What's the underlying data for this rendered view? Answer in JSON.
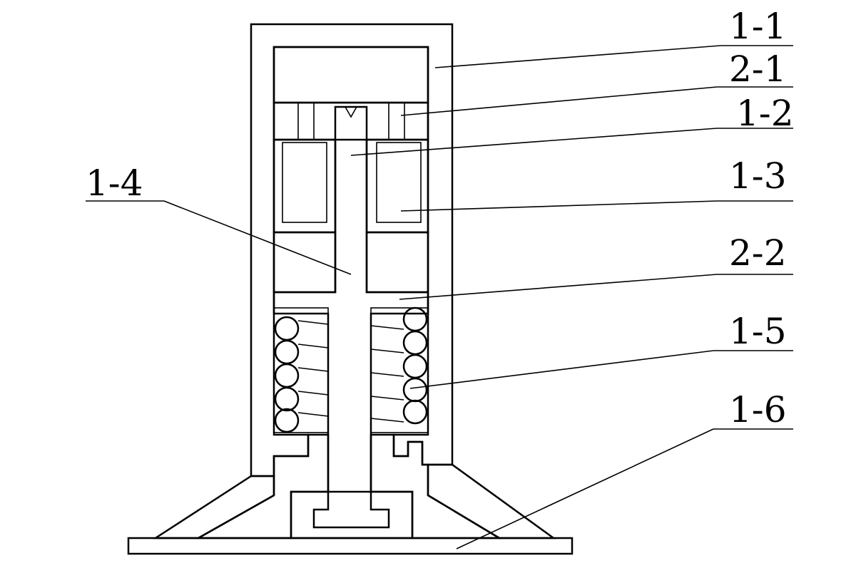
{
  "diagram": {
    "labels": [
      {
        "id": "1-1",
        "text": "1-1"
      },
      {
        "id": "2-1",
        "text": "2-1"
      },
      {
        "id": "1-2",
        "text": "1-2"
      },
      {
        "id": "1-3",
        "text": "1-3"
      },
      {
        "id": "1-4",
        "text": "1-4"
      },
      {
        "id": "2-2",
        "text": "2-2"
      },
      {
        "id": "1-5",
        "text": "1-5"
      },
      {
        "id": "1-6",
        "text": "1-6"
      }
    ]
  }
}
